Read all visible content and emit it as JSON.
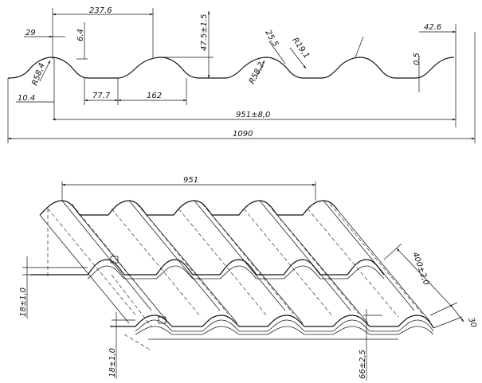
{
  "profile_view": {
    "labels": {
      "pitch": "237.6",
      "step_29": "29",
      "step_6_4": "6.4",
      "height": "47.5±1.5",
      "angle_25": "25,5",
      "radius_19": "R19,1",
      "overlap": "42.6",
      "thickness": "0.5",
      "radius_58_4": "R58,4",
      "radius_58_2": "R58,2",
      "edge_10_4": "10.4",
      "flat_77_7": "77.7",
      "width_162": "162",
      "effective_width": "951±8,0",
      "total_width": "1090"
    }
  },
  "iso_view": {
    "labels": {
      "width_951": "951",
      "step_length": "400±2,0",
      "end_30": "30",
      "step_18_a": "18±1,0",
      "step_18_b": "18±1,0",
      "depth_66": "66±2,5"
    }
  }
}
